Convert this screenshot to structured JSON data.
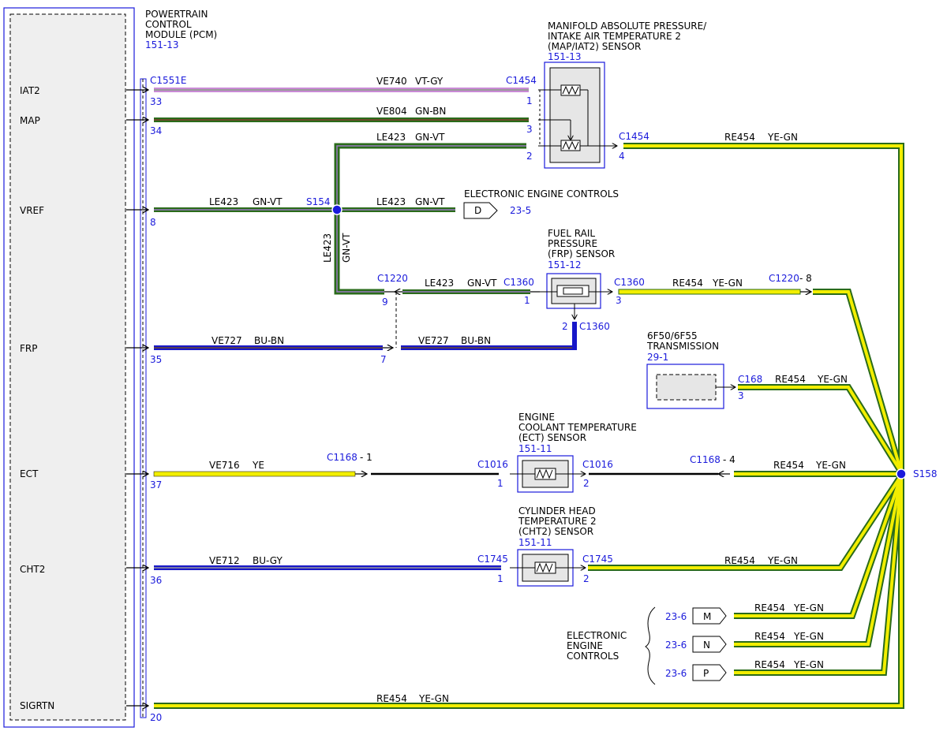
{
  "colors": {
    "blue": "#1a1adb",
    "violet": "#c98ad6",
    "gray": "#9a9a9a",
    "green": "#2a6b1a",
    "brown": "#6b4b2a",
    "yellow": "#f2ee00",
    "dark_blue": "#1717c9",
    "black": "#000000"
  },
  "pcm": {
    "title_lines": [
      "POWERTRAIN",
      "CONTROL",
      "MODULE (PCM)"
    ],
    "ref": "151-13",
    "pins": [
      "IAT2",
      "MAP",
      "VREF",
      "FRP",
      "ECT",
      "CHT2",
      "SIGRTN"
    ],
    "connector": "C1551E",
    "pin_numbers": [
      "33",
      "34",
      "8",
      "35",
      "37",
      "36",
      "20"
    ]
  },
  "map_sensor": {
    "title_lines": [
      "MANIFOLD ABSOLUTE PRESSURE/",
      "INTAKE AIR TEMPERATURE 2",
      "(MAP/IAT2) SENSOR"
    ],
    "ref": "151-13",
    "connector": "C1454",
    "pins": [
      "1",
      "3",
      "2",
      "4"
    ]
  },
  "wires": {
    "iat2": {
      "circuit": "VE740",
      "color": "VT-GY"
    },
    "map": {
      "circuit": "VE804",
      "color": "GN-BN"
    },
    "vref_top": {
      "circuit": "LE423",
      "color": "GN-VT"
    },
    "vref_left": {
      "circuit": "LE423",
      "color": "GN-VT"
    },
    "vref_right": {
      "circuit": "LE423",
      "color": "GN-VT"
    },
    "vref_vertical": {
      "circuit": "LE423",
      "color": "GN-VT"
    },
    "frp_signal_left": {
      "circuit": "VE727",
      "color": "BU-BN"
    },
    "frp_signal_right": {
      "circuit": "VE727",
      "color": "BU-BN"
    },
    "frp_vref": {
      "circuit": "LE423",
      "color": "GN-VT"
    },
    "ect": {
      "circuit": "VE716",
      "color": "YE"
    },
    "cht2": {
      "circuit": "VE712",
      "color": "BU-GY"
    },
    "sigrtn": {
      "circuit": "RE454",
      "color": "YE-GN"
    },
    "ret_map": {
      "circuit": "RE454",
      "color": "YE-GN"
    },
    "ret_frp": {
      "circuit": "RE454",
      "color": "YE-GN"
    },
    "ret_trans": {
      "circuit": "RE454",
      "color": "YE-GN"
    },
    "ret_ect": {
      "circuit": "RE454",
      "color": "YE-GN"
    },
    "ret_cht2": {
      "circuit": "RE454",
      "color": "YE-GN"
    },
    "ret_m": {
      "circuit": "RE454",
      "color": "YE-GN"
    },
    "ret_n": {
      "circuit": "RE454",
      "color": "YE-GN"
    },
    "ret_p": {
      "circuit": "RE454",
      "color": "YE-GN"
    }
  },
  "splices": {
    "s154": "S154",
    "s158": "S158"
  },
  "eec_ref": {
    "label": "ELECTRONIC ENGINE CONTROLS",
    "ref": "23-5",
    "connector_letter": "D"
  },
  "frp_sensor": {
    "title_lines": [
      "FUEL RAIL",
      "PRESSURE",
      "(FRP) SENSOR"
    ],
    "ref": "151-12",
    "connector": "C1360",
    "pin_left": "1",
    "pin_right": "3",
    "pin_bottom": "2",
    "connector_bottom": "C1360",
    "connector_left": "C1360"
  },
  "c1220": {
    "connector": "C1220",
    "pin_left": "9",
    "pin_bottom": "7",
    "right_label": "C1220",
    "right_pin": "- 8"
  },
  "transmission": {
    "title_lines": [
      "6F50/6F55",
      "TRANSMISSION"
    ],
    "ref": "29-1",
    "connector": "C168",
    "pin": "3"
  },
  "ect_sensor": {
    "title_lines": [
      "ENGINE",
      "COOLANT TEMPERATURE",
      "(ECT) SENSOR"
    ],
    "ref": "151-11",
    "connector_left": "C1016",
    "connector_right": "C1016",
    "pin_left": "1",
    "pin_right": "2",
    "inline_left": "C1168",
    "inline_left_pin": "- 1",
    "inline_right": "C1168",
    "inline_right_pin": "- 4"
  },
  "cht2_sensor": {
    "title_lines": [
      "CYLINDER HEAD",
      "TEMPERATURE 2",
      "(CHT2) SENSOR"
    ],
    "ref": "151-11",
    "connector_left": "C1745",
    "connector_right": "C1745",
    "pin_left": "1",
    "pin_right": "2"
  },
  "eec_group": {
    "label_lines": [
      "ELECTRONIC",
      "ENGINE",
      "CONTROLS"
    ],
    "items": [
      {
        "ref": "23-6",
        "letter": "M"
      },
      {
        "ref": "23-6",
        "letter": "N"
      },
      {
        "ref": "23-6",
        "letter": "P"
      }
    ]
  }
}
